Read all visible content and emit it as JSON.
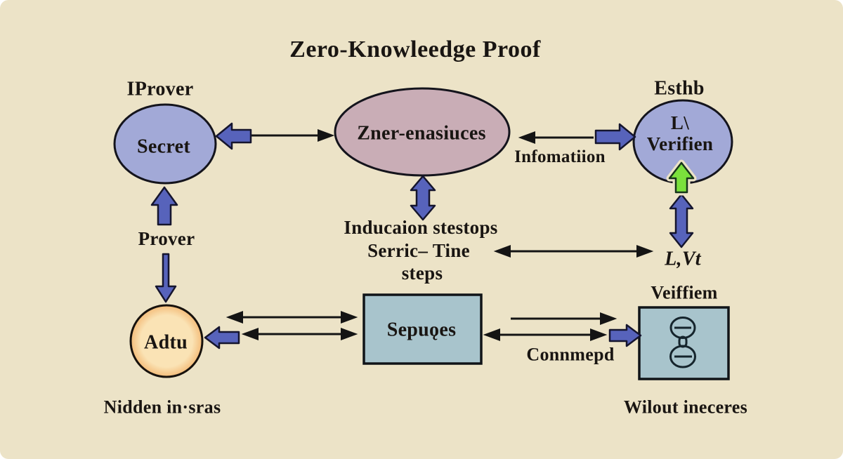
{
  "title": "Zero-Knowleedge Proof",
  "colors": {
    "background": "#ece3c7",
    "node_blue": "#a2a9d7",
    "node_pink": "#c9adb6",
    "node_teal": "#a8c4cc",
    "node_orange_center": "#fae3b5",
    "node_orange_edge": "#efa04e",
    "arrow_blue": "#5763bb",
    "arrow_green": "#7be03c",
    "arrow_black": "#141414",
    "text": "#191512"
  },
  "prover": {
    "top_label": "IProver",
    "node": "Secret",
    "mid_label": "Prover",
    "bottom_node": "Adtu",
    "caption": "Nidden in·sras"
  },
  "statement": {
    "node": "Zner-enasiuces",
    "step_line1": "Inducaion stestops",
    "step_line2": "Serric– Tine",
    "step_line3": "steps",
    "bottom_node": "Sepuǫes"
  },
  "verifier": {
    "top_label": "Esthb",
    "node_line1": "L\\",
    "node_line2": "Verifien",
    "info_label": "Infomatiion",
    "lvt_label": "L,Vt",
    "mid_label": "Veiffiem",
    "commit_label": "Connmepd",
    "caption": "Wilout ineceres"
  }
}
